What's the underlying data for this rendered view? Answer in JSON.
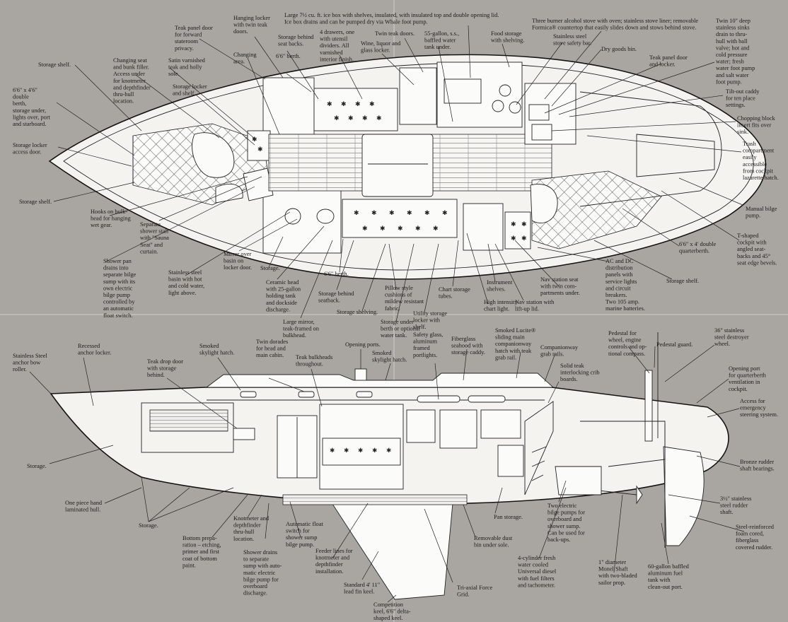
{
  "deck_plan": {
    "labels": [
      {
        "key": "bow_storage_shelf",
        "lines": [
          "Storage shelf."
        ]
      },
      {
        "key": "double_berth",
        "lines": [
          "6'6\" x 4'6\"",
          "double",
          "berth,",
          "storage under,",
          "lights over, port",
          "and starboard."
        ]
      },
      {
        "key": "locker_access",
        "lines": [
          "Storage locker",
          "access door."
        ]
      },
      {
        "key": "storage_shelf_fwd",
        "lines": [
          "Storage shelf."
        ]
      },
      {
        "key": "seat_bunk_filler",
        "lines": [
          "Changing seat",
          "and bunk filler.",
          "Access under",
          "for knotmeter",
          "and depthfinder",
          "thru-hull",
          "location."
        ]
      },
      {
        "key": "satin_teak",
        "lines": [
          "Satin varnished",
          "teak and holly",
          "sole."
        ]
      },
      {
        "key": "teak_panel_door",
        "lines": [
          "Teak panel door",
          "for forward",
          "stateroom",
          "privacy."
        ]
      },
      {
        "key": "hanging_locker",
        "lines": [
          "Hanging locker",
          "with twin teak",
          "doors."
        ]
      },
      {
        "key": "changing_area",
        "lines": [
          "Changing",
          "area."
        ]
      },
      {
        "key": "storage_locker_shelf",
        "lines": [
          "Storage locker",
          "and shelf."
        ]
      },
      {
        "key": "storage_seat_backs",
        "lines": [
          "Storage behind",
          "seat backs."
        ]
      },
      {
        "key": "berth_66_top",
        "lines": [
          "6'6\" berth."
        ]
      },
      {
        "key": "ice_box",
        "lines": [
          "Large 7½ cu. ft. ice box with shelves, insulated, with insulated top and double opening lid.",
          "Ice box drains and can be pumped dry via Whale foot pump."
        ]
      },
      {
        "key": "drawers",
        "lines": [
          "4 drawers, one",
          "with utensil",
          "dividers. All",
          "varnished",
          "interior finish."
        ]
      },
      {
        "key": "wine_locker",
        "lines": [
          "Wine, liquor and",
          "glass locker."
        ]
      },
      {
        "key": "twin_teak_doors",
        "lines": [
          "Twin teak doors."
        ]
      },
      {
        "key": "water_tank",
        "lines": [
          "55-gallon, s.s.,",
          "baffled water",
          "tank under."
        ]
      },
      {
        "key": "food_storage",
        "lines": [
          "Food storage",
          "with shelving."
        ]
      },
      {
        "key": "stove",
        "lines": [
          "Three burner alcohol stove with oven; stainless stove liner; removable",
          "Formica® countertop that easily slides down and stows behind stove."
        ]
      },
      {
        "key": "stove_safety_bar",
        "lines": [
          "Stainless steel",
          "stove safety bar."
        ]
      },
      {
        "key": "dry_goods",
        "lines": [
          "Dry goods bin."
        ]
      },
      {
        "key": "teak_panel_locker",
        "lines": [
          "Teak panel door",
          "and locker."
        ]
      },
      {
        "key": "sinks",
        "lines": [
          "Twin 10\" deep",
          "stainless sinks",
          "drain to thru-",
          "hull with ball",
          "valve; hot and",
          "cold pressure",
          "water; fresh",
          "water foot pump",
          "and salt water",
          "foot pump."
        ]
      },
      {
        "key": "tilt_caddy",
        "lines": [
          "Tilt-out caddy",
          "for ten place",
          "settings."
        ]
      },
      {
        "key": "chopping_block",
        "lines": [
          "Chopping block",
          "insert fits over",
          "sink."
        ]
      },
      {
        "key": "trash",
        "lines": [
          "Trash",
          "compartment",
          "easily",
          "accessible",
          "from cockpit",
          "lazarette hatch."
        ]
      },
      {
        "key": "manual_bilge",
        "lines": [
          "Manual bilge",
          "pump."
        ]
      },
      {
        "key": "t_cockpit",
        "lines": [
          "T-shaped",
          "cockpit with",
          "angled seat-",
          "backs and 45°",
          "seat edge bevels."
        ]
      },
      {
        "key": "quarterberth",
        "lines": [
          "6'6\" x 4' double",
          "quarterberth."
        ]
      },
      {
        "key": "storage_shelf_aft",
        "lines": [
          "Storage shelf."
        ]
      },
      {
        "key": "ac_dc",
        "lines": [
          "AC and DC",
          "distribution",
          "panels with",
          "service lights",
          "and circuit",
          "breakers.",
          "Two 105 amp.",
          "marine batteries."
        ]
      },
      {
        "key": "nav_seat",
        "lines": [
          "Nav station seat",
          "with twin com-",
          "partments under."
        ]
      },
      {
        "key": "nav_lid",
        "lines": [
          "Nav station with",
          "lift-up lid."
        ]
      },
      {
        "key": "high_intensity",
        "lines": [
          "High intensity",
          "chart light."
        ]
      },
      {
        "key": "instrument_shelves",
        "lines": [
          "Instrument",
          "shelves."
        ]
      },
      {
        "key": "chart_storage",
        "lines": [
          "Chart storage",
          "tubes."
        ]
      },
      {
        "key": "utility_locker",
        "lines": [
          "Utility storage",
          "locker with",
          "shelf."
        ]
      },
      {
        "key": "storage_under_berth",
        "lines": [
          "Storage under",
          "berth or optional",
          "water tank."
        ]
      },
      {
        "key": "pillow_cushions",
        "lines": [
          "Pillow style",
          "cushions of",
          "mildew resistant",
          "fabric."
        ]
      },
      {
        "key": "storage_shelving",
        "lines": [
          "Storage shelving."
        ]
      },
      {
        "key": "storage_behind_seatback",
        "lines": [
          "Storage behind",
          "seatback."
        ]
      },
      {
        "key": "berth_66_bottom",
        "lines": [
          "6'6\" berth."
        ]
      },
      {
        "key": "large_mirror",
        "lines": [
          "Large mirror,",
          "teak-framed on",
          "bulkhead."
        ]
      },
      {
        "key": "ceramic_head",
        "lines": [
          "Ceramic head",
          "with 25-gallon",
          "holding tank",
          "and dockside",
          "discharge."
        ]
      },
      {
        "key": "storage_head",
        "lines": [
          "Storage."
        ]
      },
      {
        "key": "mirror_basin",
        "lines": [
          "Mirror over",
          "basin on",
          "locker door."
        ]
      },
      {
        "key": "stainless_basin",
        "lines": [
          "Stainless steel",
          "basin with hot",
          "and cold water,",
          "light above."
        ]
      },
      {
        "key": "shower_pan",
        "lines": [
          "Shower pan",
          "drains into",
          "separate bilge",
          "sump with its",
          "own electric",
          "bilge pump",
          "controlled by",
          "an automatic",
          "float switch."
        ]
      },
      {
        "key": "shower_stall",
        "lines": [
          "Separate",
          "shower stall",
          "with \"Sauna",
          "Seat\" and",
          "curtain."
        ]
      },
      {
        "key": "hooks",
        "lines": [
          "Hooks on bulk-",
          "head for hanging",
          "wet gear."
        ]
      }
    ]
  },
  "profile": {
    "labels": [
      {
        "key": "anchor_roller",
        "lines": [
          "Stainless Steel",
          "anchor bow",
          "roller."
        ]
      },
      {
        "key": "anchor_locker",
        "lines": [
          "Recessed",
          "anchor locker."
        ]
      },
      {
        "key": "teak_drop_door",
        "lines": [
          "Teak drop door",
          "with storage",
          "behind."
        ]
      },
      {
        "key": "smoked_hatch_1",
        "lines": [
          "Smoked",
          "skylight hatch."
        ]
      },
      {
        "key": "twin_dorades",
        "lines": [
          "Twin dorades",
          "for head and",
          "main cabin."
        ]
      },
      {
        "key": "teak_bulkheads",
        "lines": [
          "Teak bulkheads",
          "throughout."
        ]
      },
      {
        "key": "opening_ports",
        "lines": [
          "Opening ports."
        ]
      },
      {
        "key": "smoked_hatch_2",
        "lines": [
          "Smoked",
          "skylight hatch."
        ]
      },
      {
        "key": "safety_glass",
        "lines": [
          "Safety glass,",
          "aluminum",
          "framed",
          "portlights."
        ]
      },
      {
        "key": "fiberglass_seahood",
        "lines": [
          "Fiberglass",
          "seahood with",
          "storage caddy."
        ]
      },
      {
        "key": "lucite_hatch",
        "lines": [
          "Smoked Lucite®",
          "sliding main",
          "companionway",
          "hatch with teak",
          "grab rail."
        ]
      },
      {
        "key": "grab_rails",
        "lines": [
          "Companionway",
          "grab rails."
        ]
      },
      {
        "key": "crib_boards",
        "lines": [
          "Solid teak",
          "interlocking crib",
          "boards."
        ]
      },
      {
        "key": "pedestal",
        "lines": [
          "Pedestal for",
          "wheel, engine",
          "controls and op-",
          "tional compass."
        ]
      },
      {
        "key": "pedestal_guard",
        "lines": [
          "Pedestal guard."
        ]
      },
      {
        "key": "destroyer_wheel",
        "lines": [
          "36\" stainless",
          "steel destroyer",
          "wheel."
        ]
      },
      {
        "key": "opening_port_qb",
        "lines": [
          "Opening port",
          "for quarterberth",
          "ventilation in",
          "cockpit."
        ]
      },
      {
        "key": "emergency_steering",
        "lines": [
          "Access for",
          "emergency",
          "steering system."
        ]
      },
      {
        "key": "bronze_bearings",
        "lines": [
          "Bronze rudder",
          "shaft bearings."
        ]
      },
      {
        "key": "rudder_shaft",
        "lines": [
          "3½\" stainless",
          "steel rudder",
          "shaft."
        ]
      },
      {
        "key": "rudder",
        "lines": [
          "Steel-reinforced",
          "foam cored,",
          "fiberglass",
          "covered rudder."
        ]
      },
      {
        "key": "fuel_tank",
        "lines": [
          "60-gallon baffled",
          "aluminum fuel",
          "tank with",
          "clean-out port."
        ]
      },
      {
        "key": "monel_shaft",
        "lines": [
          "1\" diameter",
          "Monel Shaft",
          "with two-bladed",
          "sailor prop."
        ]
      },
      {
        "key": "bilge_pumps",
        "lines": [
          "Two electric",
          "bilge pumps for",
          "overboard and",
          "shower sump.",
          "Can be used for",
          "back-ups."
        ]
      },
      {
        "key": "diesel",
        "lines": [
          "4-cylinder fresh",
          "water cooled",
          "Universal diesel",
          "with fuel filters",
          "and tachometer."
        ]
      },
      {
        "key": "pan_storage",
        "lines": [
          "Pan storage."
        ]
      },
      {
        "key": "dust_bin",
        "lines": [
          "Removable dust",
          "bin under sole."
        ]
      },
      {
        "key": "force_grid",
        "lines": [
          "Tri-axial Force",
          "Grid."
        ]
      },
      {
        "key": "lead_keel",
        "lines": [
          "Standard 4' 11\"",
          "lead fin keel."
        ]
      },
      {
        "key": "competition_keel",
        "lines": [
          "Competition",
          "keel, 6'6\" delta-",
          "shaped keel."
        ]
      },
      {
        "key": "feeder_lines",
        "lines": [
          "Feeder lines for",
          "knotmeter and",
          "depthfinder",
          "installation."
        ]
      },
      {
        "key": "float_switch",
        "lines": [
          "Automatic float",
          "switch for",
          "shower sump",
          "bilge pump."
        ]
      },
      {
        "key": "shower_drains",
        "lines": [
          "Shower drains",
          "to separate",
          "sump with auto-",
          "matic electric",
          "bilge pump for",
          "overboard",
          "discharge."
        ]
      },
      {
        "key": "knotmeter",
        "lines": [
          "Knotmeter and",
          "depthfinder",
          "thru-hull",
          "location."
        ]
      },
      {
        "key": "bottom_prep",
        "lines": [
          "Bottom prepa-",
          "ration – etching,",
          "primer and first",
          "coat of bottom",
          "paint."
        ]
      },
      {
        "key": "storage_bottom",
        "lines": [
          "Storage."
        ]
      },
      {
        "key": "one_piece_hull",
        "lines": [
          "One piece hand",
          "laminated hull."
        ]
      },
      {
        "key": "storage_bow",
        "lines": [
          "Storage."
        ]
      }
    ]
  }
}
